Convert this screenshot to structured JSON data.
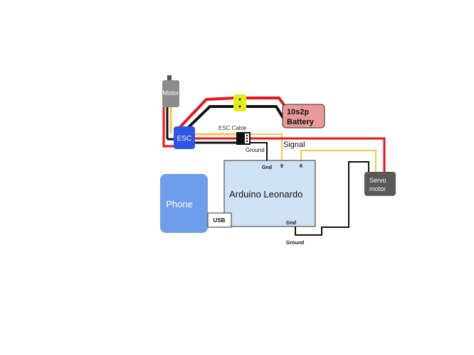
{
  "components": {
    "motor": "Motor",
    "esc": "ESC",
    "battery_line1": "10s2p",
    "battery_line2": "Battery",
    "arduino": "Arduino Leonardo",
    "phone": "Phone",
    "usb": "USB",
    "servo_line1": "Servo",
    "servo_line2": "motor"
  },
  "labels": {
    "esc_cable": "ESC Cable",
    "ground_top": "Ground",
    "signal": "Signal",
    "pin_gnd": "Gnd",
    "pin_9": "9",
    "pin_6": "6",
    "pin_gnd_bottom": "Gnd",
    "ground_bottom": "Ground"
  },
  "colors": {
    "red_wire": "#e8161c",
    "black_wire": "#111111",
    "yellow_wire": "#f3c74a",
    "arduino_fill": "#cfe2f3",
    "phone_fill": "#6d9eeb",
    "esc_fill": "#2f55e4",
    "battery_fill": "#ea9999",
    "motor_fill": "#8c8c8c",
    "servo_fill": "#595959",
    "connector_yellow": "#e3ee18"
  }
}
